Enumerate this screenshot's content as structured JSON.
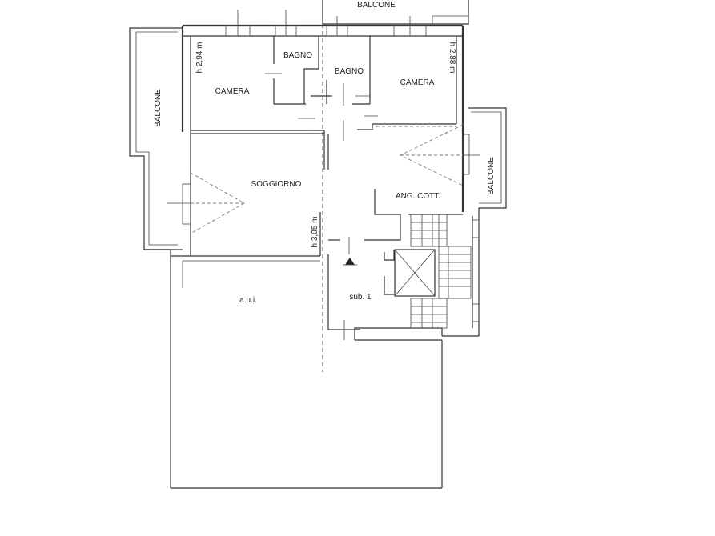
{
  "rooms": {
    "balcone_top": "BALCONE",
    "balcone_left": "BALCONE",
    "balcone_right": "BALCONE",
    "camera_left": "CAMERA",
    "camera_right": "CAMERA",
    "bagno_left": "BAGNO",
    "bagno_right": "BAGNO",
    "soggiorno": "SOGGIORNO",
    "ang_cott": "ANG. COTT.",
    "sub": "sub. 1",
    "area_label": "a.u.i."
  },
  "heights": {
    "left_room": "h 2,94 m",
    "right_room": "h 2,88 m",
    "soggiorno": "h 3,05 m"
  }
}
